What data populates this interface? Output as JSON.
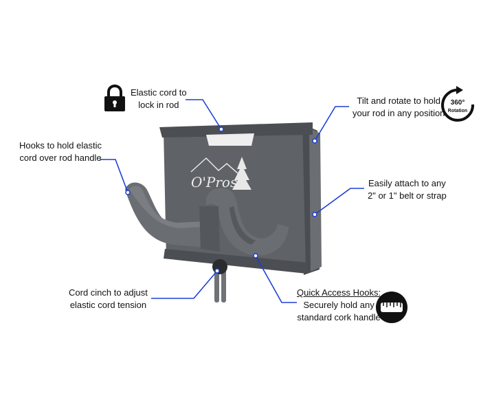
{
  "brand": {
    "logo_text": "O'Pros"
  },
  "callouts": {
    "elastic_lock": {
      "line1": "Elastic cord to",
      "line2": "lock in rod"
    },
    "tilt_rotate": {
      "line1": "Tilt and rotate to hold",
      "line2": "your rod in any position"
    },
    "rotation_badge": {
      "value": "360°",
      "text": "Rotation"
    },
    "hooks_hold": {
      "line1": "Hooks to hold elastic",
      "line2": "cord over rod handle"
    },
    "attach": {
      "line1": "Easily attach to any",
      "line2": "2\" or 1\" belt or strap"
    },
    "cord_cinch": {
      "line1": "Cord cinch to adjust",
      "line2": "elastic cord tension"
    },
    "quick_access": {
      "title": "Quick Access Hooks:",
      "line1": "Securely hold any",
      "line2": "standard cork handle"
    }
  },
  "colors": {
    "accent_line": "#1d3fd6",
    "product_gray": "#5f6266",
    "product_dark": "#3b3d40"
  },
  "icons": [
    "lock-icon",
    "rotation-360-icon",
    "cork-handle-icon"
  ]
}
